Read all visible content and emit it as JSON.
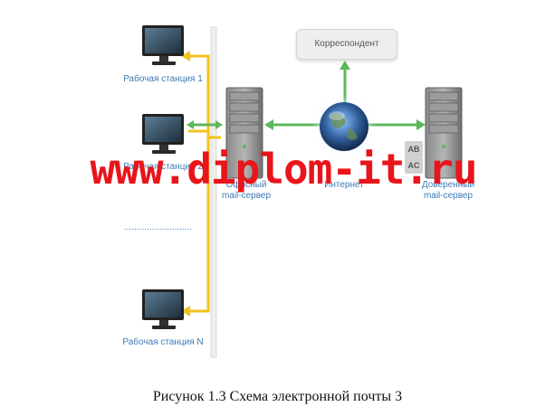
{
  "diagram": {
    "workstations": [
      {
        "label": "Рабочая станция 1"
      },
      {
        "label": "Рабочая станция 2"
      },
      {
        "label": "Рабочая станция N"
      }
    ],
    "dots": "...........................",
    "local_server": {
      "label_line1": "Офисный",
      "label_line2": "mail-сервер"
    },
    "internet": {
      "label": "Интернет"
    },
    "correspondent": {
      "label": "Корреспондент"
    },
    "trusted_server": {
      "label_line1": "Доверенный",
      "label_line2": "mail-сервер"
    },
    "cert_badges": [
      "AB",
      "AC"
    ],
    "colors": {
      "label_blue": "#3c7bb4",
      "link_green": "#5bb85b",
      "bus_yellow": "#f4c21d",
      "watermark_red": "#e8151b"
    }
  },
  "watermark": "www.diplom-it.ru",
  "caption": "Рисунок 1.3 Схема электронной почты 3"
}
